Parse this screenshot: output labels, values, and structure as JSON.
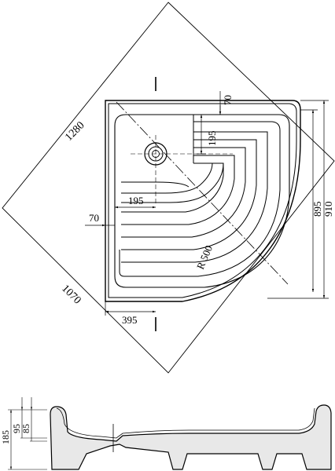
{
  "top_view": {
    "diag_width": "1280",
    "diag_depth": "1070",
    "drain_offset_y": "70",
    "drain_offset_x": "70",
    "drain_dist_y": "195",
    "drain_dist_x": "195",
    "radius": "R 500",
    "height_outer": "910",
    "height_inner": "895",
    "bottom_offset": "395"
  },
  "section_view": {
    "total_height": "185",
    "height_95": "95",
    "height_85": "85"
  },
  "colors": {
    "line": "#000000",
    "background": "#ffffff",
    "section_fill": "#e8e8e8"
  }
}
